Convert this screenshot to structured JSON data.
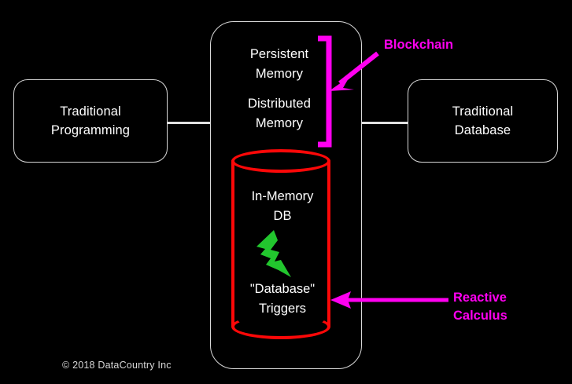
{
  "diagram": {
    "background_color": "#000000",
    "nodes": {
      "left_box": {
        "label": "Traditional\nProgramming"
      },
      "right_box": {
        "label": "Traditional\nDatabase"
      },
      "center_box": {
        "persistent_memory": "Persistent\nMemory",
        "distributed_memory": "Distributed\nMemory"
      },
      "cylinder": {
        "top_label": "In-Memory\nDB",
        "bottom_label": "\"Database\"\nTriggers",
        "bolt_icon": "lightning-bolt-icon",
        "stroke_color": "#fc0808",
        "bolt_color": "#22c62e"
      }
    },
    "annotations": [
      {
        "label": "Blockchain",
        "color": "#ff00f0",
        "target": "memory-bracket"
      },
      {
        "label": "Reactive\nCalculus",
        "color": "#ff00f0",
        "target": "database-triggers"
      }
    ],
    "footer": {
      "copyright": "© 2018 DataCountry Inc"
    }
  }
}
